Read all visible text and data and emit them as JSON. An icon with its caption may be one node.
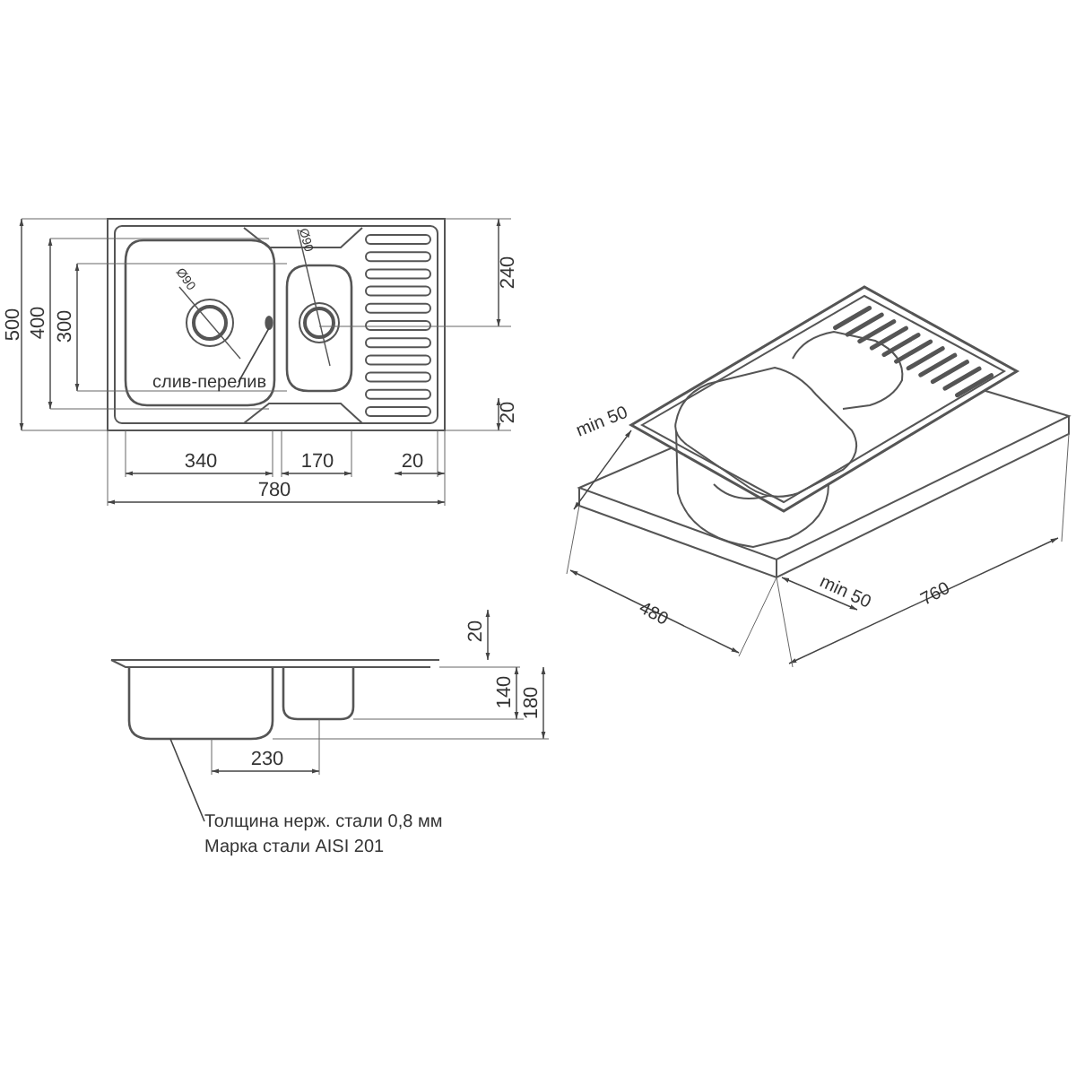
{
  "diagram": {
    "nodes": [
      {
        "text": [
          "слив-перелив"
        ]
      },
      {
        "text": [],
        "shape": "circle"
      },
      {
        "text": [
          "Толщина нерж. стали 0,8 мм",
          "Марка стали AISI 201"
        ]
      },
      {
        "text": [],
        "shape": "picture"
      }
    ],
    "edges": [
      {
        "from": 0,
        "to": 1,
        "arrow": "none"
      },
      {
        "from": 2,
        "to": 3,
        "arrow": "none"
      }
    ],
    "labels": [
      "500",
      "400",
      "300",
      "Ø90",
      "Ø90",
      "240",
      "20",
      "340",
      "170",
      "20",
      "780",
      "min 50",
      "480",
      "min 50",
      "760",
      "20",
      "140",
      "180",
      "230"
    ]
  }
}
